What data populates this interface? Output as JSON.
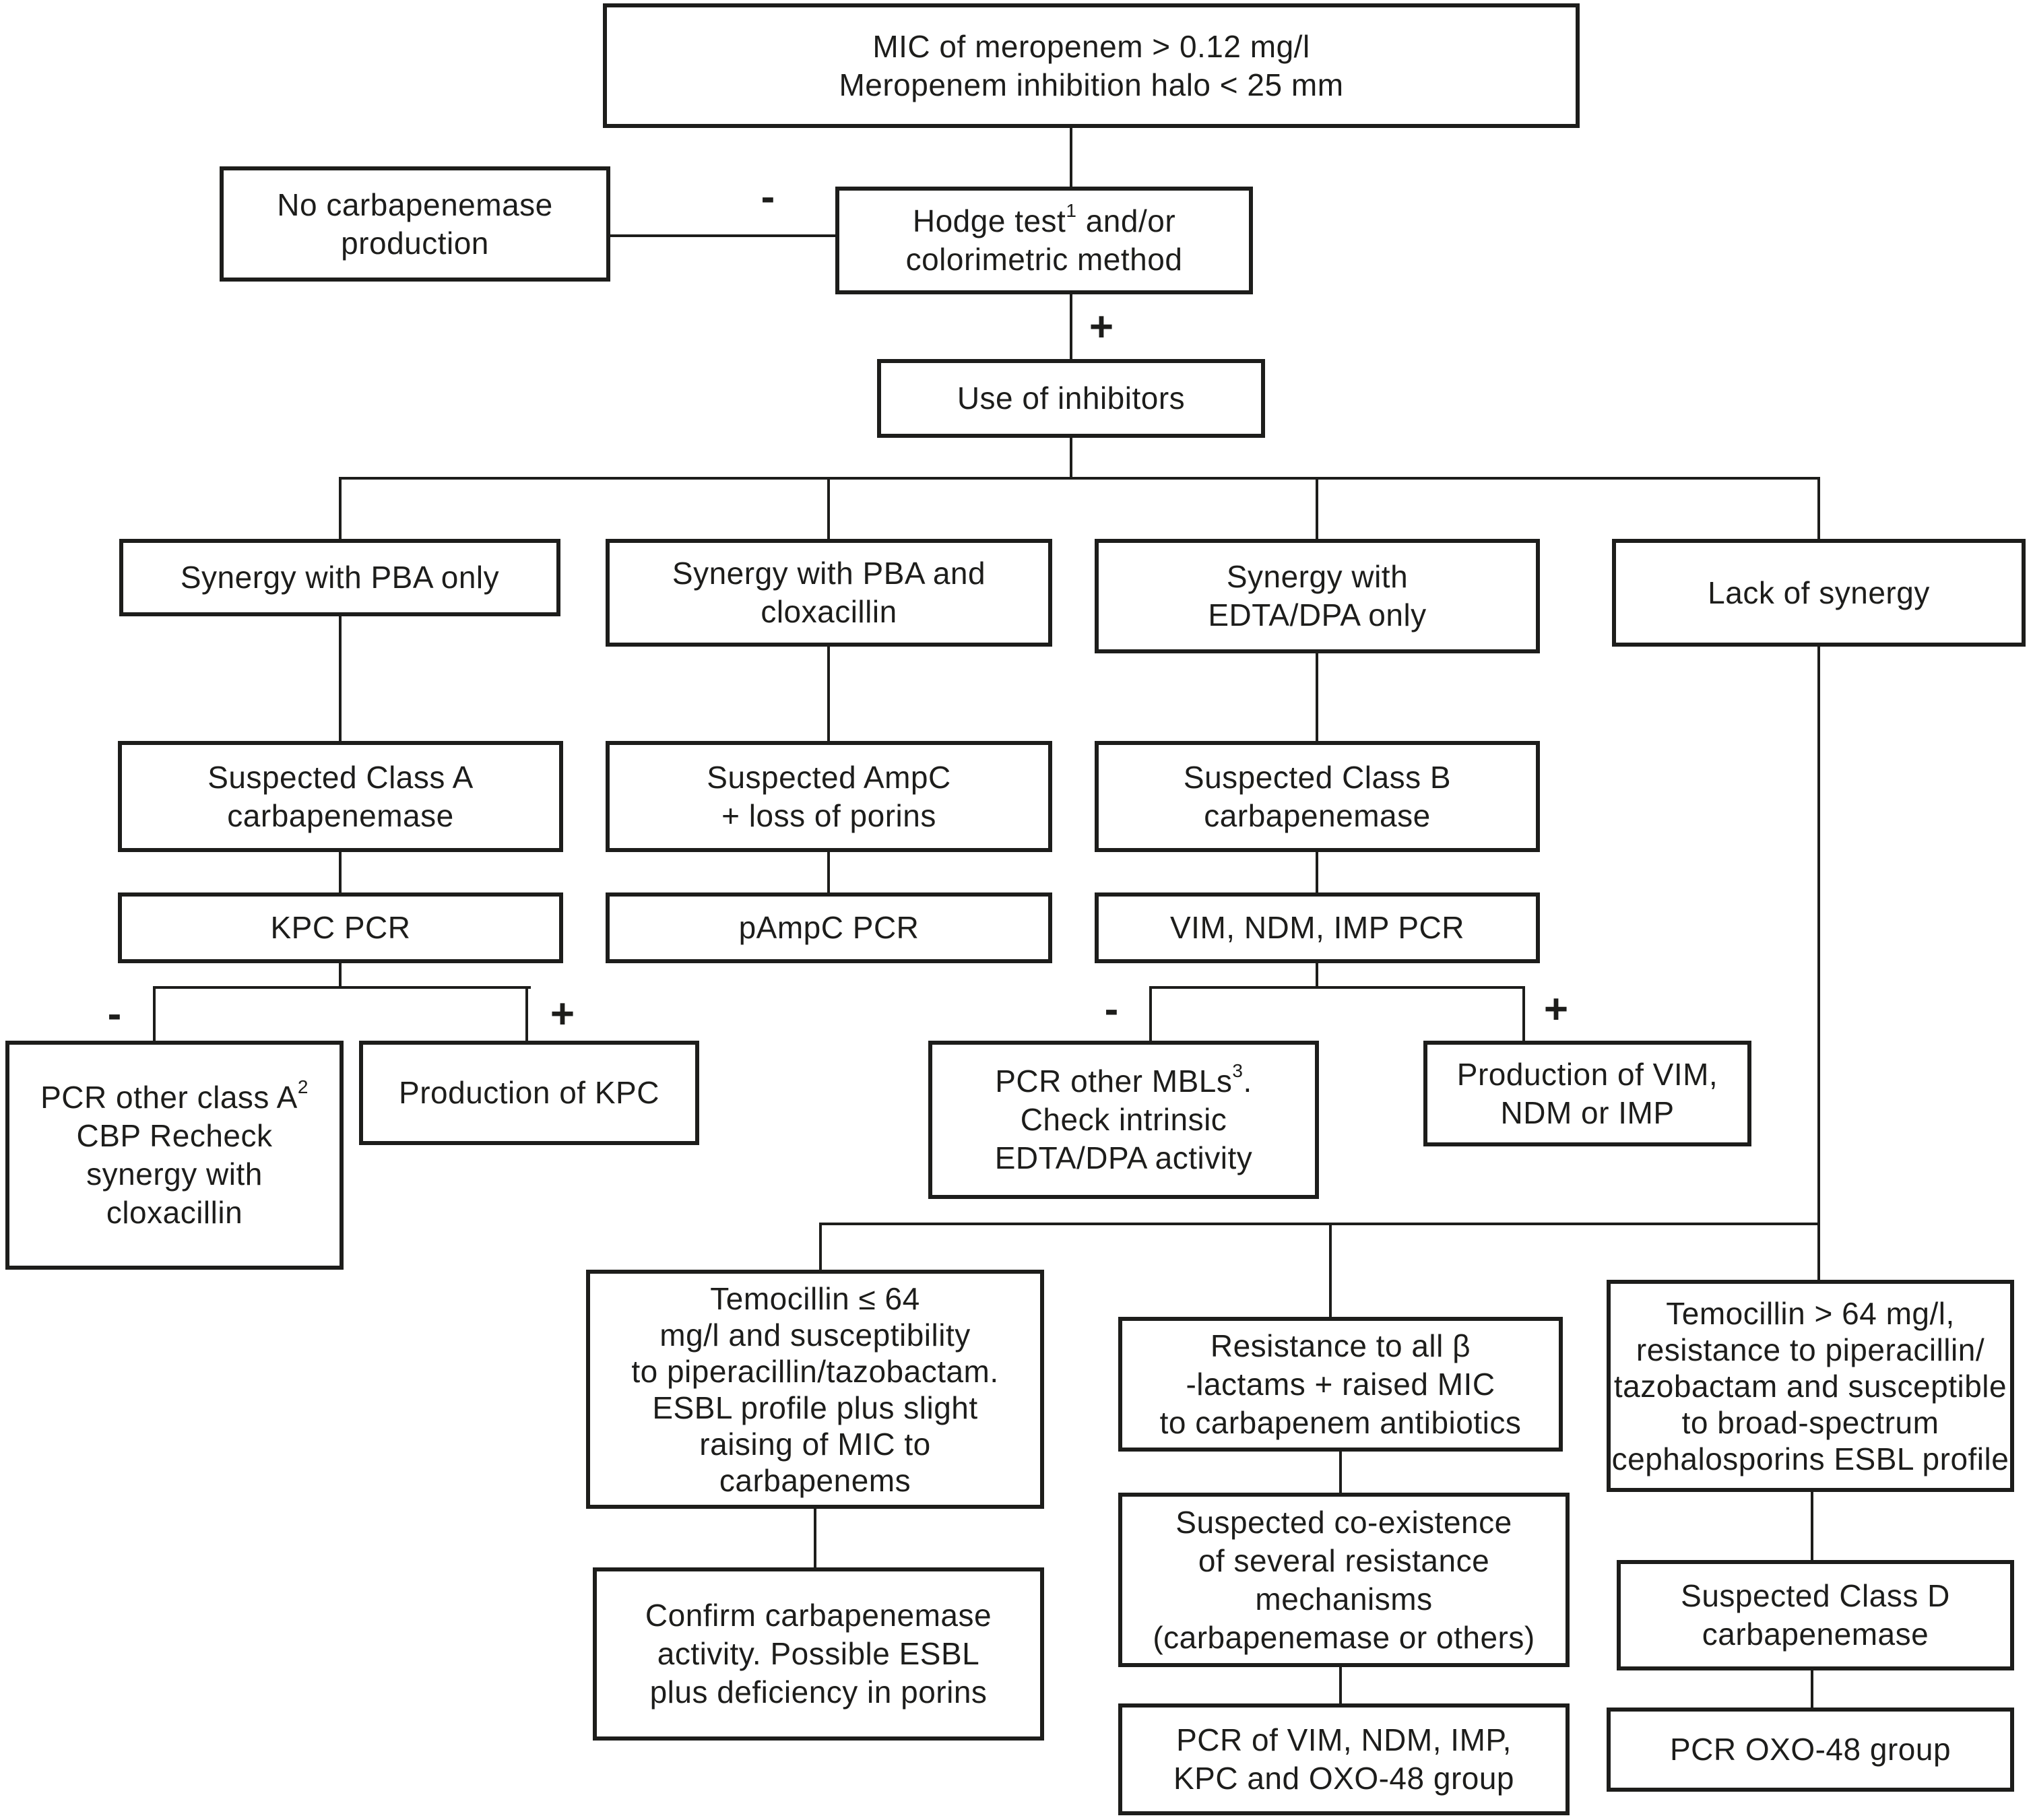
{
  "flowchart": {
    "colors": {
      "line": "#1d1d1b",
      "box_background": "#ffffff",
      "page_background": "#ffffff",
      "text": "#1d1d1b"
    },
    "boxes": {
      "mic": {
        "lines": [
          "MIC of meropenem > 0.12 mg/l",
          "Meropenem inhibition halo < 25 mm"
        ]
      },
      "no_carb": {
        "lines": [
          "No carbapenemase",
          "production"
        ]
      },
      "hodge": {
        "line1_pre": "Hodge test",
        "line1_sup": "1",
        "line1_post": " and/or",
        "line2": "colorimetric method"
      },
      "use_inhibitors": {
        "lines": [
          "Use of inhibitors"
        ]
      },
      "syn_pba": {
        "lines": [
          "Synergy with PBA only"
        ]
      },
      "syn_pba_clox": {
        "lines": [
          "Synergy with PBA and",
          "cloxacillin"
        ]
      },
      "syn_edta": {
        "lines": [
          "Synergy with",
          "EDTA/DPA only"
        ]
      },
      "lack_syn": {
        "lines": [
          "Lack of synergy"
        ]
      },
      "susp_a": {
        "lines": [
          "Suspected Class A",
          "carbapenemase"
        ]
      },
      "susp_ampc": {
        "lines": [
          "Suspected AmpC",
          "+ loss of porins"
        ]
      },
      "susp_b": {
        "lines": [
          "Suspected Class B",
          "carbapenemase"
        ]
      },
      "kpc_pcr": {
        "lines": [
          "KPC PCR"
        ]
      },
      "pampc_pcr": {
        "lines": [
          "pAmpC PCR"
        ]
      },
      "vim_pcr": {
        "lines": [
          "VIM, NDM, IMP PCR"
        ]
      },
      "pcr_other_a": {
        "line1_pre": "PCR other class A",
        "line1_sup": "2",
        "lines": [
          "CBP Recheck",
          "synergy with",
          "cloxacillin"
        ]
      },
      "prod_kpc": {
        "lines": [
          "Production of KPC"
        ]
      },
      "pcr_mbls": {
        "line1_pre": "PCR other MBLs",
        "line1_sup": "3",
        "line1_post": ".",
        "lines": [
          "Check intrinsic",
          "EDTA/DPA activity"
        ]
      },
      "prod_vim": {
        "lines": [
          "Production of VIM,",
          "NDM or IMP"
        ]
      },
      "temo_low": {
        "lines": [
          "Temocillin ≤ 64",
          "mg/l and susceptibility",
          "to piperacillin/tazobactam.",
          "ESBL profile plus slight",
          "raising of MIC to",
          "carbapenems"
        ]
      },
      "resist_all": {
        "lines": [
          "Resistance to all β",
          "-lactams + raised MIC",
          "to carbapenem antibiotics"
        ]
      },
      "temo_high": {
        "lines": [
          "Temocillin > 64 mg/l,",
          "resistance to piperacillin/",
          "tazobactam and susceptible",
          "to broad-spectrum",
          "cephalosporins ESBL profile"
        ]
      },
      "confirm": {
        "lines": [
          "Confirm carbapenemase",
          "activity. Possible ESBL",
          "plus deficiency in porins"
        ]
      },
      "susp_coexist": {
        "lines": [
          "Suspected co-existence",
          "of several resistance",
          "mechanisms",
          "(carbapenemase or others)"
        ]
      },
      "pcr_vim_all": {
        "lines": [
          "PCR of VIM, NDM, IMP,",
          "KPC and OXO-48 group"
        ]
      },
      "susp_d": {
        "lines": [
          "Suspected Class D",
          "carbapenemase"
        ]
      },
      "pcr_oxo": {
        "lines": [
          "PCR OXO-48 group"
        ]
      }
    },
    "labels": {
      "minus_hodge": "-",
      "plus_hodge": "+",
      "minus_kpc": "-",
      "plus_kpc": "+",
      "minus_vim": "-",
      "plus_vim": "+"
    }
  }
}
